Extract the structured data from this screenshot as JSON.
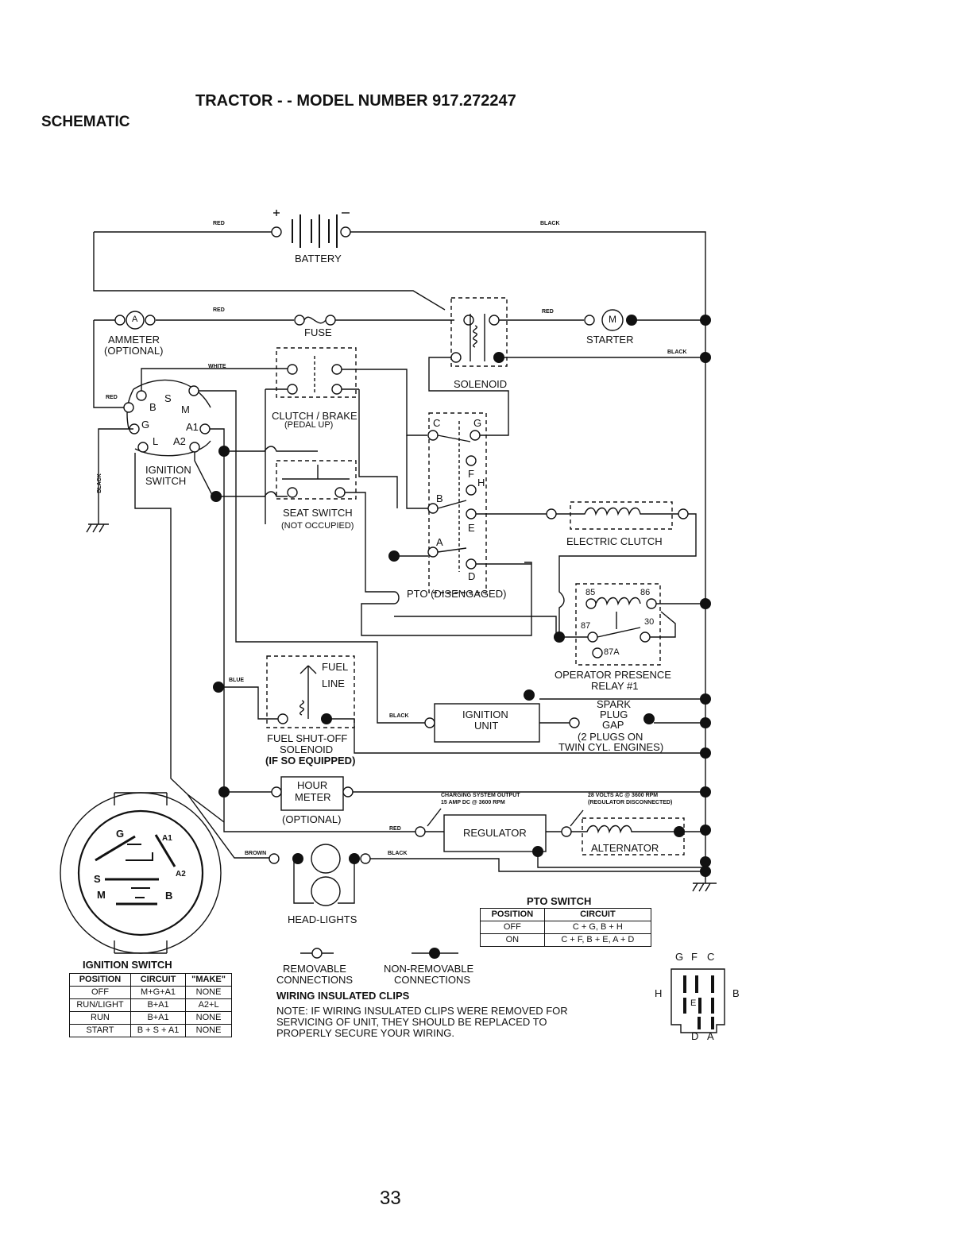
{
  "header": {
    "title": "TRACTOR - - MODEL NUMBER 917.272247",
    "section": "SCHEMATIC"
  },
  "labels": {
    "battery": "BATTERY",
    "ammeter": "AMMETER",
    "ammeter_opt": "(OPTIONAL)",
    "fuse": "FUSE",
    "solenoid": "SOLENOID",
    "starter": "STARTER",
    "clutch_brake": "CLUTCH / BRAKE",
    "pedal_up": "(PEDAL UP)",
    "ignition_switch_1": "IGNITION",
    "ignition_switch_2": "SWITCH",
    "seat_switch": "SEAT SWITCH",
    "not_occupied": "(NOT OCCUPIED)",
    "pto": "PTO (DISENGAGED)",
    "electric_clutch": "ELECTRIC CLUTCH",
    "relay_1": "OPERATOR PRESENCE",
    "relay_2": "RELAY #1",
    "fuel_line_1": "FUEL",
    "fuel_line_2": "LINE",
    "fuel_sol_1": "FUEL SHUT-OFF",
    "fuel_sol_2": "SOLENOID",
    "fuel_sol_3": "(IF SO EQUIPPED)",
    "ign_unit_1": "IGNITION",
    "ign_unit_2": "UNIT",
    "spark_1": "SPARK",
    "spark_2": "PLUG",
    "spark_3": "GAP",
    "spark_4": "(2 PLUGS ON",
    "spark_5": "TWIN CYL. ENGINES)",
    "hour_1": "HOUR",
    "hour_2": "METER",
    "hour_3": "(OPTIONAL)",
    "regulator": "REGULATOR",
    "alternator": "ALTERNATOR",
    "headlights": "HEAD-LIGHTS",
    "charging_1": "CHARGING SYSTEM OUTPUT",
    "charging_2": "15 AMP DC @ 3600 RPM",
    "volts_1": "28 VOLTS AC @ 3600 RPM",
    "volts_2": "(REGULATOR DISCONNECTED)",
    "ignition_switch_caption": "IGNITION SWITCH",
    "removable_1": "REMOVABLE",
    "removable_2": "CONNECTIONS",
    "nonremovable_1": "NON-REMOVABLE",
    "nonremovable_2": "CONNECTIONS",
    "clips_title": "WIRING INSULATED CLIPS",
    "note_1": "NOTE: IF WIRING INSULATED CLIPS WERE REMOVED FOR",
    "note_2": "SERVICING OF UNIT, THEY SHOULD BE REPLACED TO",
    "note_3": "PROPERLY SECURE YOUR WIRING.",
    "page_number": "33"
  },
  "wire_colors": {
    "red": "RED",
    "black": "BLACK",
    "white": "WHITE",
    "blue": "BLUE",
    "brown": "BROWN"
  },
  "terminals": {
    "ammeter": "A",
    "starter": "M",
    "ign": [
      "B",
      "S",
      "M",
      "G",
      "A1",
      "L",
      "A2"
    ],
    "pto": [
      "C",
      "G",
      "F",
      "H",
      "B",
      "E",
      "A",
      "D"
    ],
    "relay": [
      "85",
      "86",
      "87",
      "30",
      "87A"
    ],
    "plug": [
      "G",
      "F",
      "C",
      "H",
      "B",
      "D",
      "A",
      "E"
    ],
    "face": [
      "G",
      "A1",
      "A2",
      "S",
      "M",
      "B"
    ]
  },
  "ignition_table": {
    "headers": [
      "POSITION",
      "CIRCUIT",
      "\"MAKE\""
    ],
    "rows": [
      [
        "OFF",
        "M+G+A1",
        "NONE"
      ],
      [
        "RUN/LIGHT",
        "B+A1",
        "A2+L"
      ],
      [
        "RUN",
        "B+A1",
        "NONE"
      ],
      [
        "START",
        "B + S + A1",
        "NONE"
      ]
    ]
  },
  "pto_table": {
    "title": "PTO SWITCH",
    "headers": [
      "POSITION",
      "CIRCUIT"
    ],
    "rows": [
      [
        "OFF",
        "C + G, B + H"
      ],
      [
        "ON",
        "C + F, B + E, A + D"
      ]
    ]
  },
  "colors": {
    "ink": "#111111",
    "paper": "#ffffff"
  }
}
